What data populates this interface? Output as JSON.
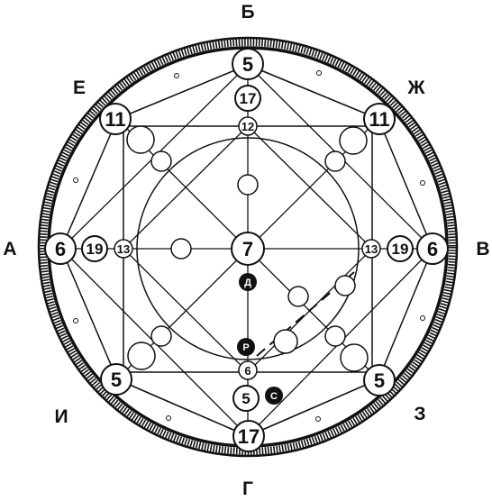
{
  "axis_labels": {
    "top": "Б",
    "bottom": "Г",
    "left": "А",
    "right": "В",
    "top_left": "Е",
    "top_right": "Ж",
    "bottom_left": "И",
    "bottom_right": "З"
  },
  "numbers": {
    "top_outer": "5",
    "top_inner": "17",
    "top_square": "12",
    "center": "7",
    "left_outer": "6",
    "left_mid": "19",
    "left_square": "13",
    "right_square": "13",
    "right_mid": "19",
    "right_outer": "6",
    "corner_tl": "11",
    "corner_tr": "11",
    "corner_bl": "5",
    "corner_br": "5",
    "bottom_square": "6",
    "bottom_inner": "5",
    "bottom_outer": "17"
  },
  "markers": {
    "d": "Д",
    "r": "Р",
    "s": "С"
  },
  "colors": {
    "ink": "#111111",
    "paper": "#ffffff"
  }
}
